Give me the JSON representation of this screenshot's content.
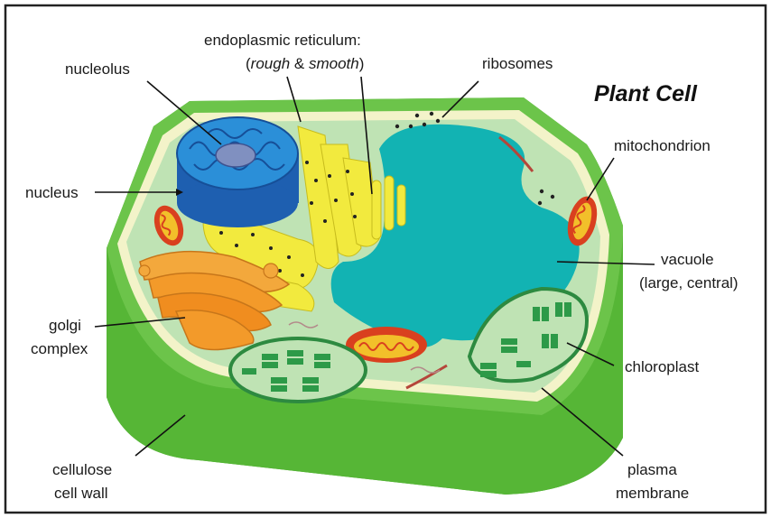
{
  "title": "Plant Cell",
  "labels": {
    "er_line1": "endoplasmic reticulum:",
    "er_paren_open": "(",
    "er_rough": "rough",
    "er_amp": " & ",
    "er_smooth": "smooth",
    "er_paren_close": ")",
    "nucleolus": "nucleolus",
    "ribosomes": "ribosomes",
    "mitochondrion": "mitochondrion",
    "nucleus": "nucleus",
    "vacuole_line1": "vacuole",
    "vacuole_line2": "(large, central)",
    "golgi_line1": "golgi",
    "golgi_line2": "complex",
    "chloroplast": "chloroplast",
    "cell_wall_line1": "cellulose",
    "cell_wall_line2": "cell wall",
    "membrane_line1": "plasma",
    "membrane_line2": "membrane"
  },
  "colors": {
    "cell_wall": "#5fb83a",
    "cell_wall_dark": "#3e9a28",
    "cytoplasm": "#bfe3b4",
    "membrane": "#f3f3c9",
    "vacuole": "#12b3b3",
    "nucleus": "#2b6fc0",
    "nucleolus": "#7f8fb8",
    "er": "#f2ea3e",
    "golgi": "#f39a2a",
    "mitochondrion": "#d9401f",
    "chloroplast": "#2d9a48"
  }
}
